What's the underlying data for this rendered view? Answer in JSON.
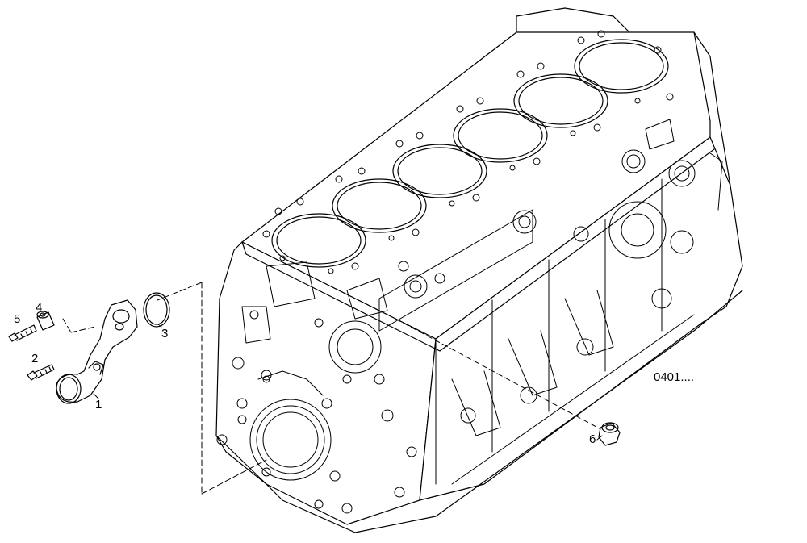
{
  "callouts": {
    "c1": "1",
    "c2": "2",
    "c3": "3",
    "c4": "4",
    "c5": "5",
    "c6": "6"
  },
  "reference": "0401....",
  "colors": {
    "line": "#000000",
    "background": "#ffffff"
  }
}
